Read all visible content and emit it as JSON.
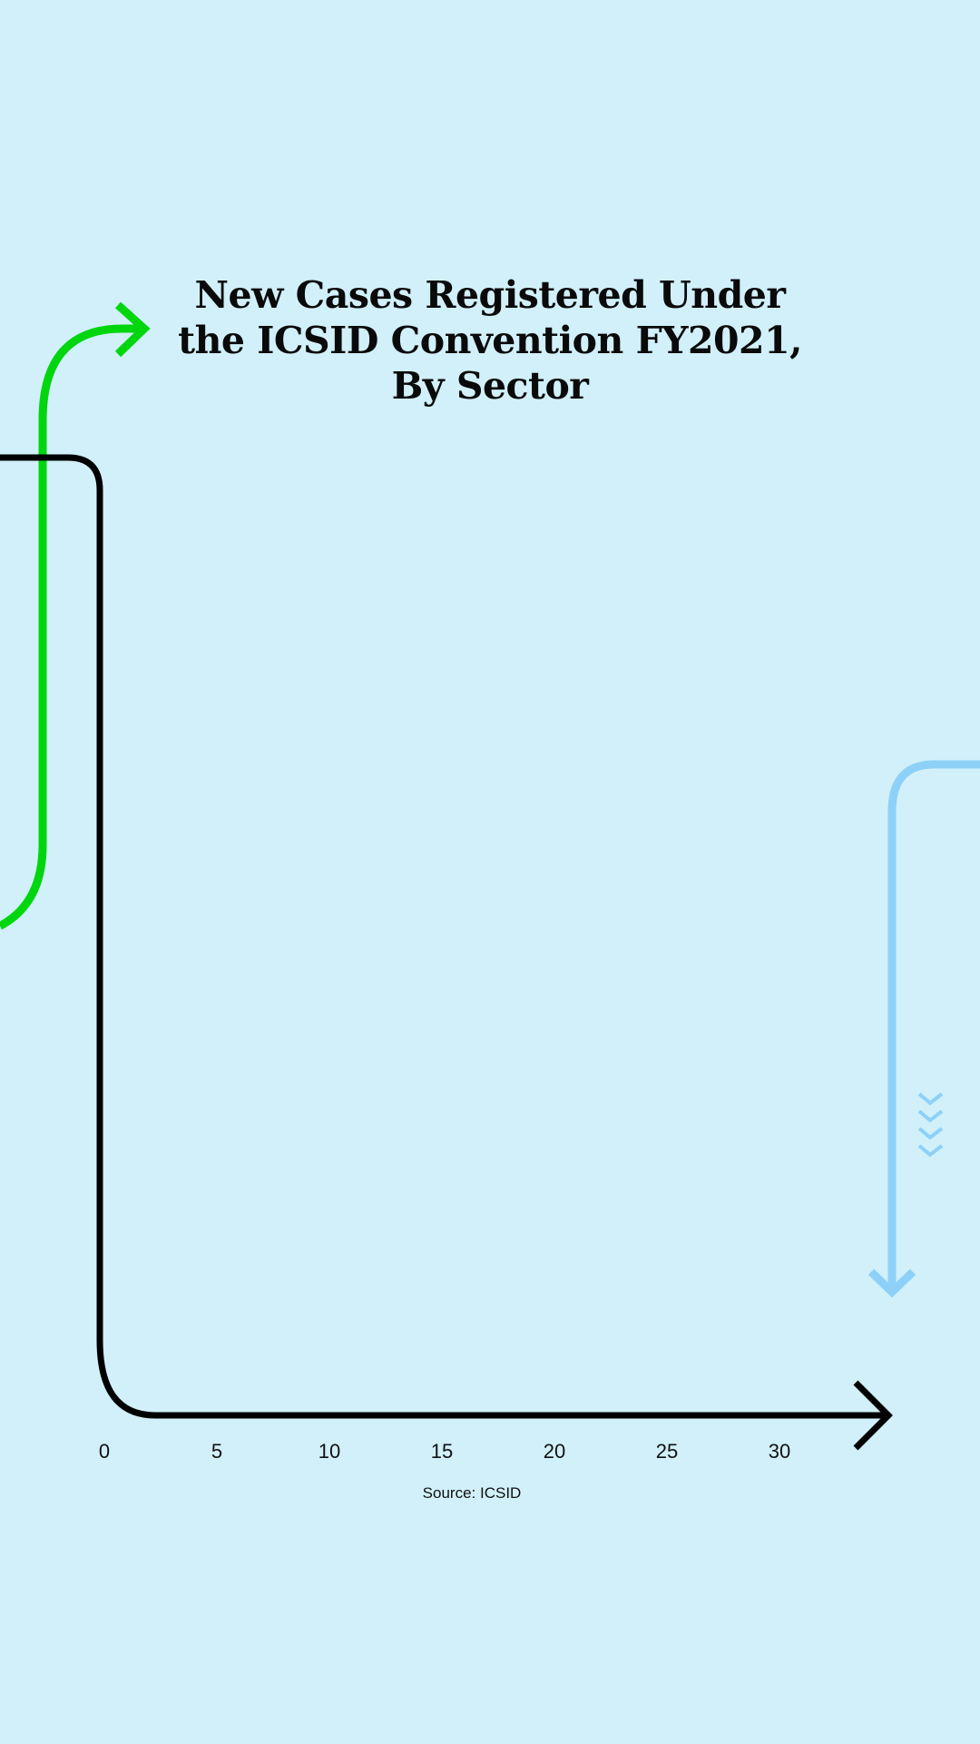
{
  "colors": {
    "background": "#d1f0fa",
    "axis": "#000000",
    "green_arrow": "#00d60e",
    "blue_arrow": "#8dd1f9"
  },
  "chart_data": {
    "type": "bar",
    "orientation": "horizontal",
    "title": "New Cases Registered Under the ICSID Convention FY2021, By Sector",
    "title_lines": [
      "New Cases Registered Under",
      "the ICSID Convention FY2021,",
      "By Sector"
    ],
    "categories": [],
    "values": [],
    "xlabel": "",
    "ylabel": "",
    "xlim": [
      0,
      35
    ],
    "xticks": [
      "0",
      "5",
      "10",
      "15",
      "20",
      "25",
      "30"
    ],
    "grid": false,
    "source": "Source: ICSID"
  }
}
